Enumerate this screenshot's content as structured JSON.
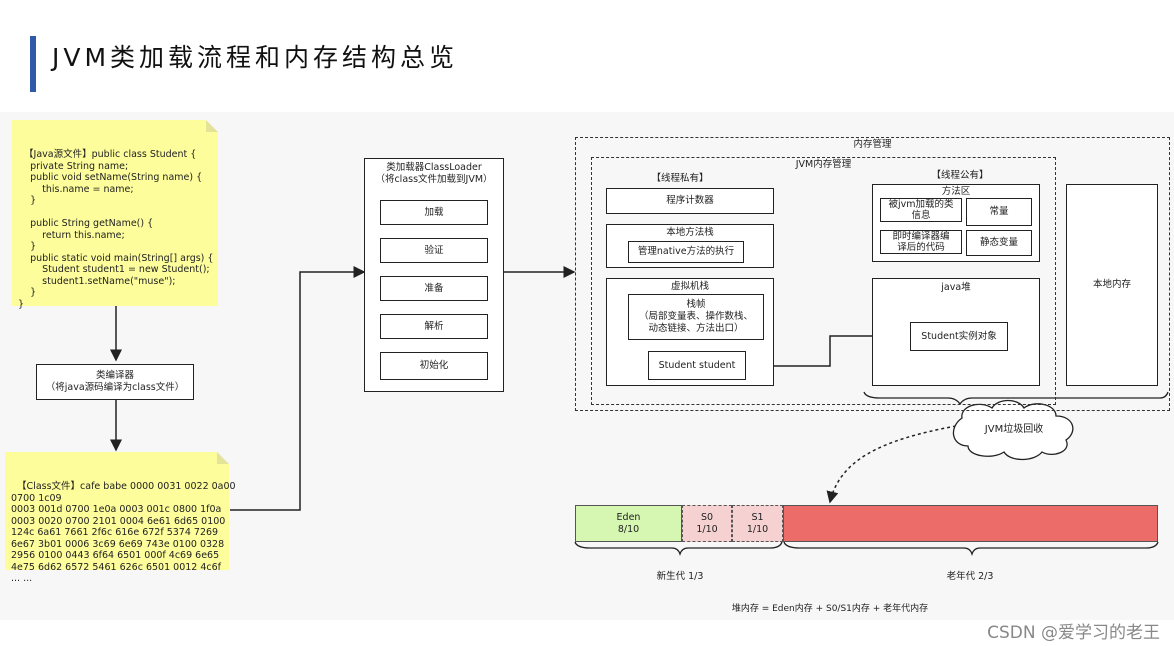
{
  "title": "JVM类加载流程和内存结构总览",
  "java_source": {
    "text": "【Java源文件】public class Student {\n    private String name;\n    public void setName(String name) {\n        this.name = name;\n    }\n\n    public String getName() {\n        return this.name;\n    }\n    public static void main(String[] args) {\n        Student student1 = new Student();\n        student1.setName(\"muse\");\n    }\n}"
  },
  "compiler": {
    "title": "类编译器",
    "subtitle": "（将java源码编译为class文件）"
  },
  "class_file": {
    "text": "【Class文件】cafe babe 0000 0031 0022 0a00\n0700 1c09\n0003 001d 0700 1e0a 0003 001c 0800 1f0a\n0003 0020 0700 2101 0004 6e61 6d65 0100\n124c 6a61 7661 2f6c 616e 672f 5374 7269\n6e67 3b01 0006 3c69 6e69 743e 0100 0328\n2956 0100 0443 6f64 6501 000f 4c69 6e65\n4e75 6d62 6572 5461 626c 6501 0012 4c6f\n... ..."
  },
  "classloader": {
    "title": "类加载器ClassLoader",
    "subtitle": "（将class文件加载到JVM）",
    "steps": [
      "加载",
      "验证",
      "准备",
      "解析",
      "初始化"
    ]
  },
  "memory": {
    "title": "内存管理",
    "jvm_title": "JVM内存管理",
    "thread_private": "【线程私有】",
    "thread_public": "【线程公有】",
    "pc": "程序计数器",
    "native_stack": {
      "title": "本地方法栈",
      "item": "管理native方法的执行"
    },
    "vm_stack": {
      "title": "虚拟机栈",
      "frame_title": "栈帧",
      "frame_line1": "（局部变量表、操作数栈、",
      "frame_line2": "动态链接、方法出口）",
      "ref": "Student student"
    },
    "method_area": {
      "title": "方法区",
      "class_info_1": "被jvm加载的类",
      "class_info_2": "信息",
      "constant": "常量",
      "jit_1": "即时编译器编",
      "jit_2": "译后的代码",
      "static_var": "静态变量"
    },
    "heap": {
      "title": "java堆",
      "object": "Student实例对象"
    },
    "native_memory": "本地内存",
    "gc": "JVM垃圾回收"
  },
  "heap_bar": {
    "eden": {
      "name": "Eden",
      "ratio": "8/10"
    },
    "s0": {
      "name": "S0",
      "ratio": "1/10"
    },
    "s1": {
      "name": "S1",
      "ratio": "1/10"
    },
    "young_label": "新生代 1/3",
    "old_label": "老年代 2/3",
    "formula": "堆内存 = Eden内存 + S0/S1内存 + 老年代内存"
  },
  "colors": {
    "note_yellow": "#fdfd9c",
    "eden": "#d5f7b2",
    "survivor": "#f6d1d1",
    "old": "#ec6c6a",
    "title_bar": "#2f5aa8"
  },
  "watermark": "CSDN @爱学习的老王"
}
